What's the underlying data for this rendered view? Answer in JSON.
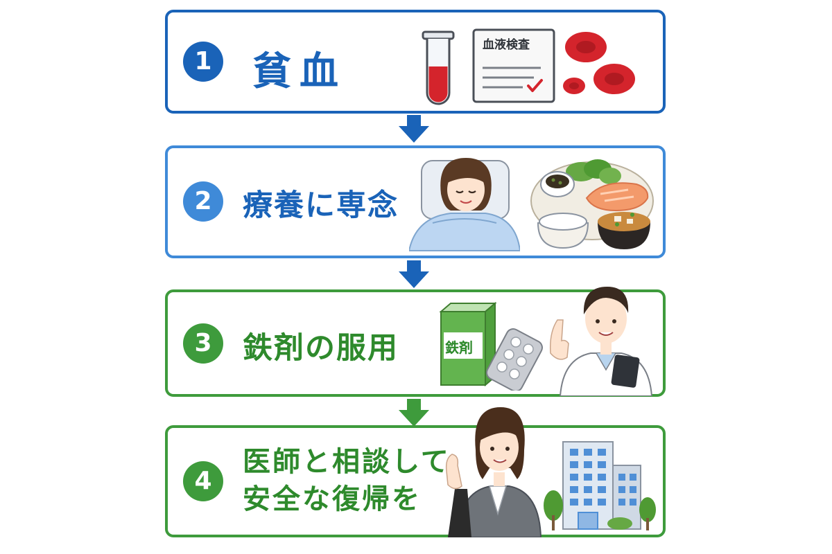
{
  "steps": [
    {
      "number": "1",
      "title": "貧血",
      "card_text": "血液検査",
      "accent": "#1a63b8"
    },
    {
      "number": "2",
      "title": "療養に専念",
      "accent": "#3f8ad8"
    },
    {
      "number": "3",
      "title": "鉄剤の服用",
      "box_text": "鉄剤",
      "accent": "#3e9b3c"
    },
    {
      "number": "4",
      "title_line1": "医師と相談して",
      "title_line2": "安全な復帰を",
      "accent": "#3e9b3c"
    }
  ],
  "icons": [
    "test-tube-icon",
    "blood-test-sheet-icon",
    "red-blood-cells-icon",
    "resting-woman-icon",
    "japanese-meal-icon",
    "iron-supplement-box-icon",
    "pill-blister-icon",
    "doctor-icon",
    "office-worker-woman-icon",
    "office-building-icon"
  ]
}
